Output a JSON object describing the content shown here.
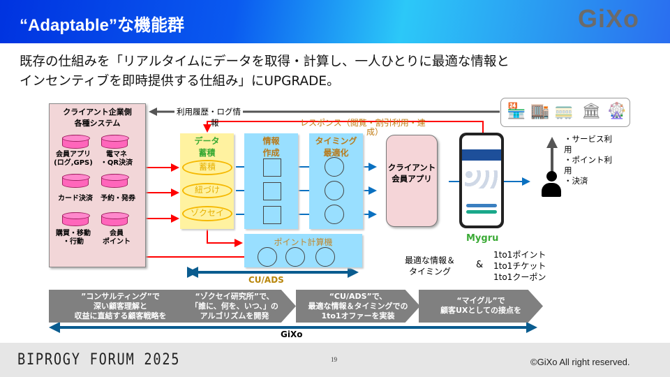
{
  "header": {
    "title": "“Adaptable”な機能群",
    "logo": "GiXo"
  },
  "subtitle": {
    "line1": "既存の仕組みを「リアルタイムにデータを取得・計算し、一人ひとりに最適な情報と",
    "line2": "インセンティブを即時提供する仕組み」にUPGRADE。"
  },
  "client_systems": {
    "title1": "クライアント企業側",
    "title2": "各種システム",
    "db": [
      {
        "l1": "会員アプリ",
        "l2": "(ログ,GPS)"
      },
      {
        "l1": "電マネ",
        "l2": "・QR決済"
      },
      {
        "l1": "カード決済",
        "l2": ""
      },
      {
        "l1": "予約・発券",
        "l2": ""
      },
      {
        "l1": "購買・移動",
        "l2": "・行動"
      },
      {
        "l1": "会員",
        "l2": "ポイント"
      }
    ]
  },
  "flows": {
    "usage_log_l1": "利用履歴・ログ情",
    "usage_log_l2": "報",
    "response_l1": "レスポンス（閲覧・割引利用・達",
    "response_l2": "成）"
  },
  "data_store": {
    "title1": "データ",
    "title2": "蓄積",
    "items": [
      "蓄積",
      "紐づけ",
      "ゾクセイ"
    ]
  },
  "info_create": {
    "title1": "情報",
    "title2": "作成"
  },
  "timing": {
    "title1": "タイミング",
    "title2": "最適化"
  },
  "point_calc": {
    "title": "ポイント計算機"
  },
  "cuads": {
    "label": "CU/ADS"
  },
  "member_app": {
    "l1": "クライアント",
    "l2": "会員アプリ"
  },
  "phone": {
    "label": "Mygru"
  },
  "services": {
    "icons": [
      "store-icon",
      "convenience-store-icon",
      "train-icon",
      "building-icon",
      "ferris-wheel-icon"
    ],
    "bullets": [
      "サービス利用",
      "ポイント利用",
      "決済"
    ]
  },
  "offer": {
    "left1": "最適な情報＆",
    "left2": "タイミング",
    "amp": "&",
    "items": [
      "1to1ポイント",
      "1to1チケット",
      "1to1クーポン"
    ]
  },
  "steps": [
    {
      "l1": "”コンサルティング”で",
      "l2": "深い顧客理解と",
      "l3": "収益に直結する顧客戦略を"
    },
    {
      "l1": "“ゾクセイ研究所”で、",
      "l2": "「誰に、何を、いつ、」の",
      "l3": "アルゴリズムを開発"
    },
    {
      "l1": "“CU/ADS”で、",
      "l2": "最適な情報＆タイミングでの",
      "l3": "1to1オファーを実装"
    },
    {
      "l1": "“マイグル”で",
      "l2": "顧客UXとしての接点を",
      "l3": ""
    }
  ],
  "gixo_label": "GiXo",
  "footer": {
    "brand": "BIPROGY FORUM 2025",
    "page": "19",
    "copyright": "©GiXo All right reserved."
  },
  "colors": {
    "red": "#ff0000",
    "blue_line": "#0a70c0",
    "dark_blue": "#0a5c8f",
    "green": "#3aaa35",
    "orange": "#c07a10"
  }
}
